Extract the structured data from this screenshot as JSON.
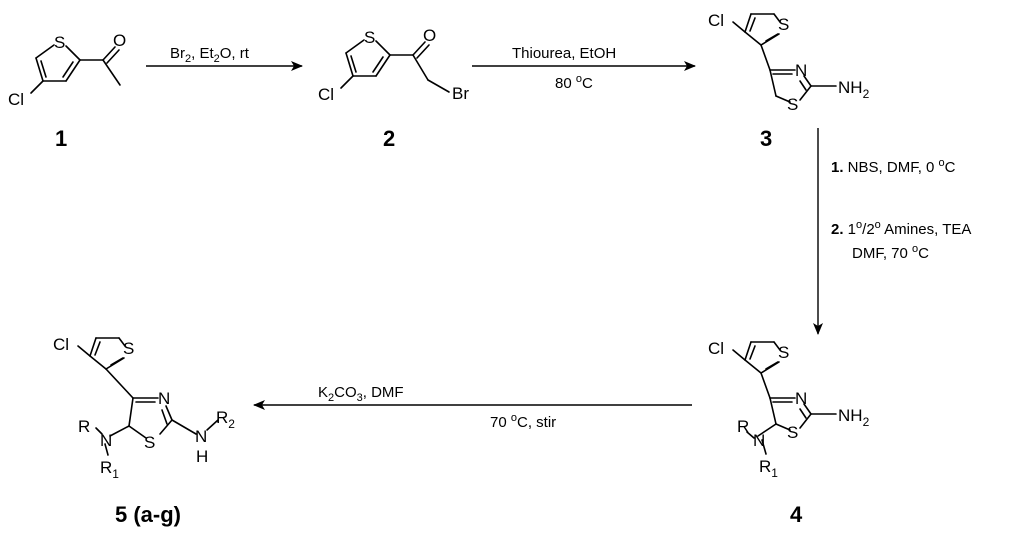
{
  "compounds": {
    "c1": {
      "number": "1",
      "atoms": {
        "s": "S",
        "o": "O",
        "cl": "Cl"
      }
    },
    "c2": {
      "number": "2",
      "atoms": {
        "s": "S",
        "o": "O",
        "cl": "Cl",
        "br": "Br"
      }
    },
    "c3": {
      "number": "3",
      "atoms": {
        "s_thio": "S",
        "cl": "Cl",
        "n": "N",
        "s_thz": "S",
        "nh2": "NH",
        "nh2_sub": "2"
      }
    },
    "c4": {
      "number": "4",
      "atoms": {
        "s_thio": "S",
        "cl": "Cl",
        "n": "N",
        "s_thz": "S",
        "nh2": "NH",
        "nh2_sub": "2",
        "r": "R",
        "n_amine": "N",
        "r1": "R",
        "r1_sub": "1"
      }
    },
    "c5": {
      "number": "5 (a-g)",
      "atoms": {
        "s_thio": "S",
        "cl": "Cl",
        "n": "N",
        "s_thz": "S",
        "r": "R",
        "n_amine": "N",
        "r1": "R",
        "r1_sub": "1",
        "nh_n": "N",
        "nh_h": "H",
        "r2": "R",
        "r2_sub": "2"
      }
    }
  },
  "steps": {
    "step1": {
      "reagent_br": "Br",
      "reagent_br_sub": "2",
      "reagent_et": ", Et",
      "reagent_et_sub": "2",
      "reagent_tail": "O, rt"
    },
    "step2": {
      "reagent": "Thiourea, EtOH",
      "temp": "80 ",
      "temp_sup": "o",
      "temp_unit": "C"
    },
    "step3": {
      "line1_num": "1.",
      "line1_text": " NBS, DMF,  0 ",
      "line1_sup": "o",
      "line1_unit": "C",
      "line2_num": "2.",
      "line2_a": " 1",
      "line2_sup1": "o",
      "line2_b": "/2",
      "line2_sup2": "o",
      "line2_c": " Amines, TEA",
      "line3_text": "DMF,  70 ",
      "line3_sup": "o",
      "line3_unit": "C"
    },
    "step4": {
      "reagent_k": "K",
      "reagent_k_sub": "2",
      "reagent_co": "CO",
      "reagent_co_sub": "3",
      "reagent_tail": ", DMF",
      "temp": "70 ",
      "temp_sup": "o",
      "temp_unit": "C, stir"
    }
  }
}
